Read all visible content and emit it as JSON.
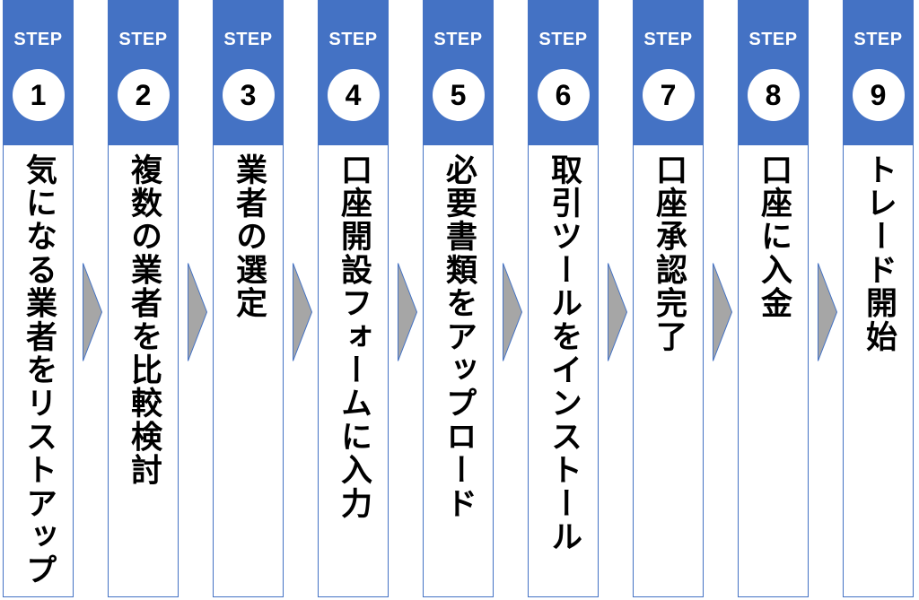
{
  "colors": {
    "header_fill": "#4472C4",
    "column_border": "#4472C4",
    "arrow_fill": "#A6A6A6",
    "arrow_stroke": "#4472C4",
    "text": "#000000"
  },
  "steps": [
    {
      "label": "STEP",
      "number": "1",
      "text": "気になる業者をリストアップ"
    },
    {
      "label": "STEP",
      "number": "2",
      "text": "複数の業者を比較検討"
    },
    {
      "label": "STEP",
      "number": "3",
      "text": "業者の選定"
    },
    {
      "label": "STEP",
      "number": "4",
      "text": "口座開設フォームに入力"
    },
    {
      "label": "STEP",
      "number": "5",
      "text": "必要書類をアップロード"
    },
    {
      "label": "STEP",
      "number": "6",
      "text": "取引ツールをインストール"
    },
    {
      "label": "STEP",
      "number": "7",
      "text": "口座承認完了"
    },
    {
      "label": "STEP",
      "number": "8",
      "text": "口座に入金"
    },
    {
      "label": "STEP",
      "number": "9",
      "text": "トレード開始"
    }
  ],
  "arrow_icon": "right-triangle-arrow"
}
